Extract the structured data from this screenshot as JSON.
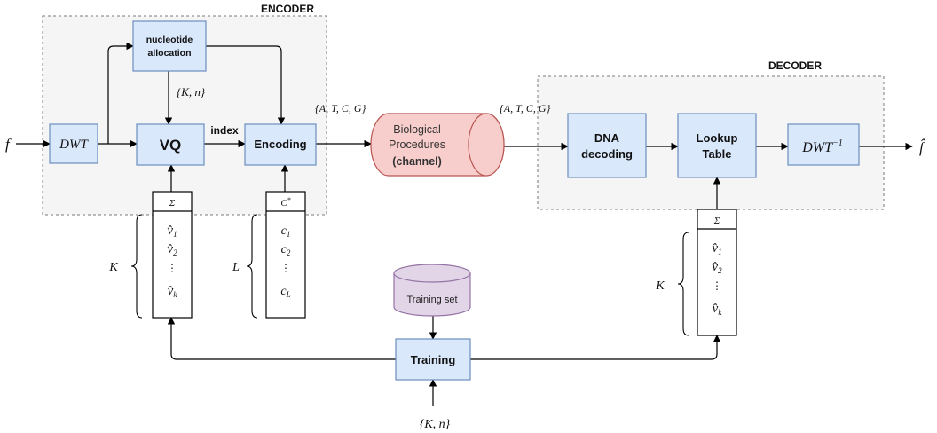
{
  "encoder": {
    "title": "ENCODER",
    "input_signal": "f",
    "dwt_label": "DWT",
    "nucleotide_allocation": {
      "line1": "nucleotide",
      "line2": "allocation"
    },
    "allocation_output": "{K, n}",
    "vq_label": "VQ",
    "index_label": "index",
    "encoding_label": "Encoding",
    "output_alphabet": "{A, T, C, G}",
    "codebook": {
      "header": "Σ",
      "size_label": "K",
      "entries": [
        {
          "base": "v̂",
          "sub": "1"
        },
        {
          "base": "v̂",
          "sub": "2"
        },
        {
          "base": "⋮",
          "sub": ""
        },
        {
          "base": "v̂",
          "sub": "k"
        }
      ]
    },
    "codewords": {
      "header": "C",
      "header_sup": "*",
      "size_label": "L",
      "entries": [
        {
          "base": "c",
          "sub": "1"
        },
        {
          "base": "c",
          "sub": "2"
        },
        {
          "base": "⋮",
          "sub": ""
        },
        {
          "base": "c",
          "sub": "L"
        }
      ]
    }
  },
  "channel": {
    "line1": "Biological",
    "line2": "Procedures",
    "line3": "(channel)"
  },
  "decoder": {
    "title": "DECODER",
    "input_alphabet": "{A, T, C, G}",
    "dna_decoding": {
      "line1": "DNA",
      "line2": "decoding"
    },
    "lookup_table": {
      "line1": "Lookup",
      "line2": "Table"
    },
    "idwt": {
      "base": "DWT",
      "sup": "−1"
    },
    "output_signal": "f̂",
    "codebook": {
      "header": "Σ",
      "size_label": "K",
      "entries": [
        {
          "base": "v̂",
          "sub": "1"
        },
        {
          "base": "v̂",
          "sub": "2"
        },
        {
          "base": "⋮",
          "sub": ""
        },
        {
          "base": "v̂",
          "sub": "k"
        }
      ]
    }
  },
  "training": {
    "dataset_label": "Training set",
    "block_label": "Training",
    "parameters": "{K, n}"
  },
  "colors": {
    "block_fill": "#dae8fc",
    "block_stroke": "#6c8ebf",
    "channel_fill": "#f8cecc",
    "channel_stroke": "#b85450",
    "dataset_fill": "#e1d5e7",
    "dataset_stroke": "#9673a6",
    "group_fill": "#f5f5f5",
    "group_stroke": "#7a7a7a"
  }
}
